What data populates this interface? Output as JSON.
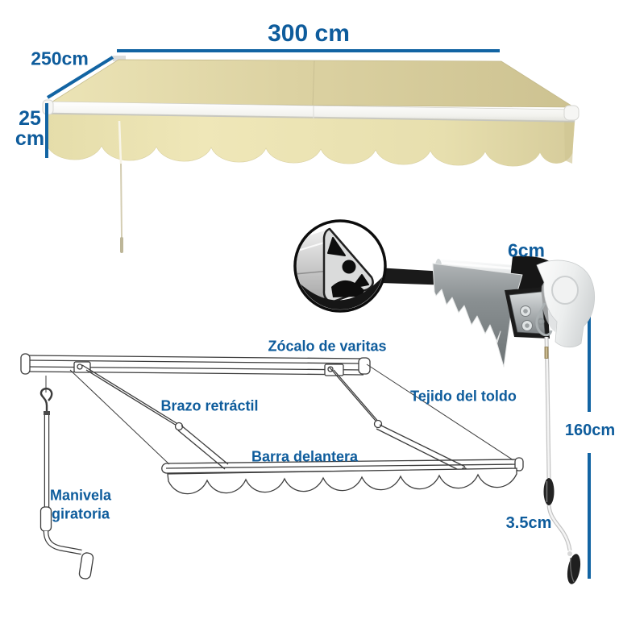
{
  "title": "Retractable awning dimensions and parts diagram",
  "colors": {
    "accent_blue": "#0e5c9c",
    "awning_beige": "#e8e0ae",
    "fabric_gray": "#7c8284",
    "wireframe_stroke": "#3c3c3c"
  },
  "measurements": {
    "width": "300 cm",
    "projection": "250cm",
    "valance_height_line1": "25",
    "valance_height_line2": "cm",
    "cassette_size": "6cm",
    "crank_length": "160cm",
    "crank_diameter": "3.5cm"
  },
  "parts": {
    "back_bar": "Zócalo de varitas",
    "arm": "Brazo retráctil",
    "fabric": "Tejido del toldo",
    "front_bar": "Barra delantera",
    "crank_line1": "Manivela",
    "crank_line2": "giratoria"
  }
}
